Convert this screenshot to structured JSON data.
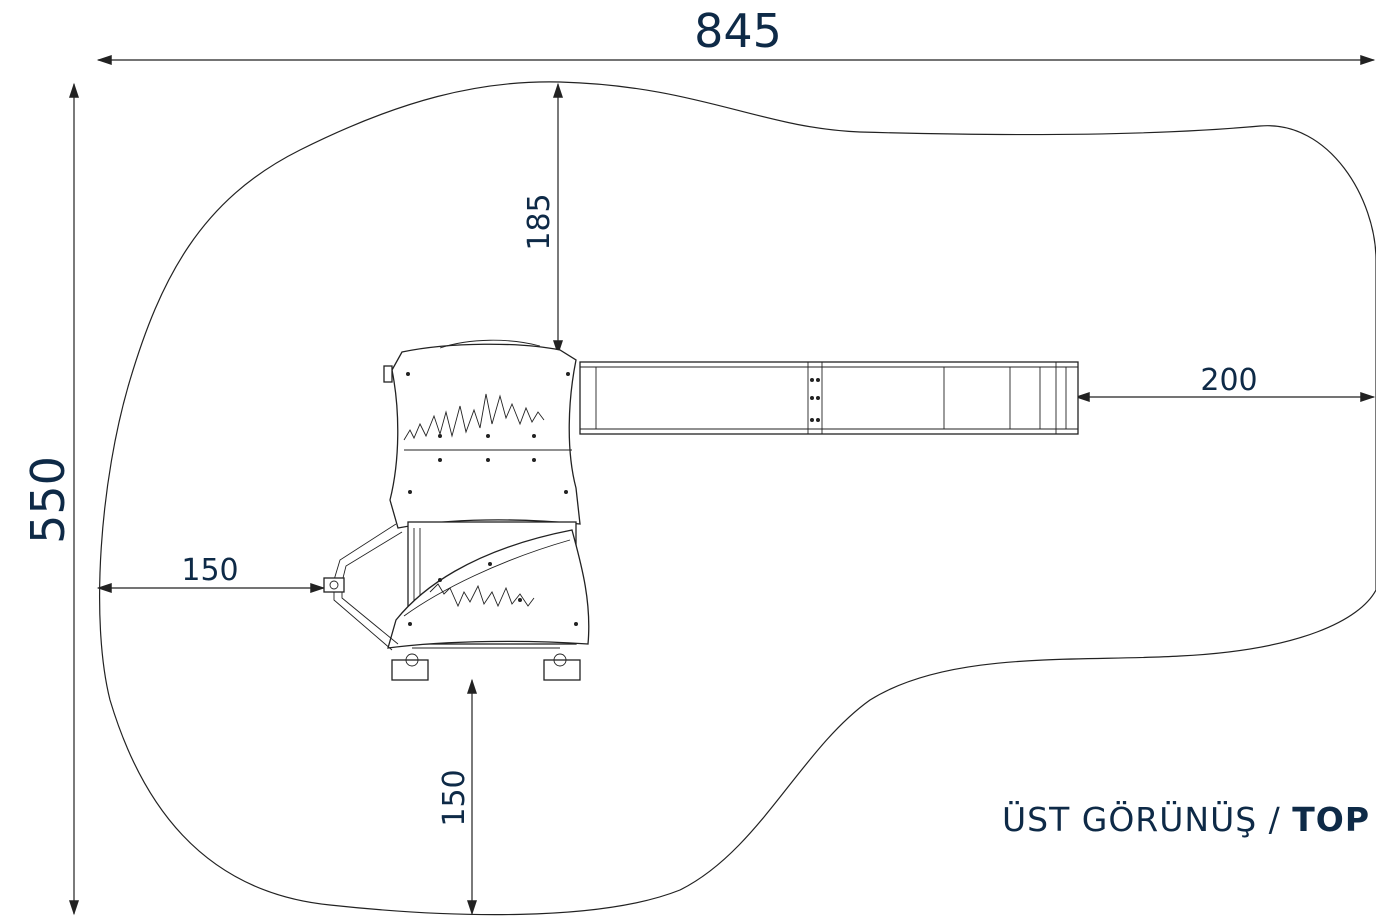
{
  "dimensions": {
    "overall_width": "845",
    "overall_depth": "550",
    "back_clearance": "185",
    "slide_end_clearance": "200",
    "left_clearance": "150",
    "front_clearance": "150"
  },
  "caption": {
    "view_label": "ÜST GÖRÜNÜŞ / ",
    "view_label_bold": "TOP"
  },
  "colors": {
    "text": "#0e2a47",
    "line": "#222222"
  }
}
